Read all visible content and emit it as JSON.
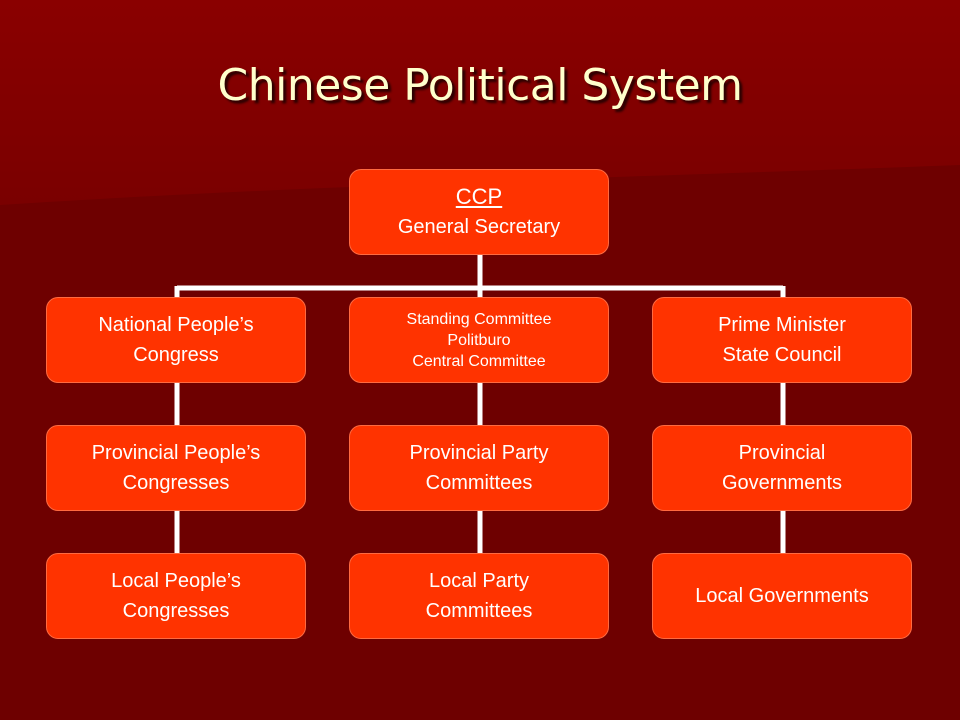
{
  "title": "Chinese Political System",
  "root": {
    "line1": "CCP",
    "line2": "General Secretary"
  },
  "columns": [
    {
      "top": [
        "National People’s",
        "Congress"
      ],
      "mid": [
        "Provincial People’s",
        "Congresses"
      ],
      "bottom": [
        "Local People’s",
        "Congresses"
      ]
    },
    {
      "top": [
        "Standing Committee",
        "Politburo",
        "Central Committee"
      ],
      "mid": [
        "Provincial Party",
        "Committees"
      ],
      "bottom": [
        "Local Party",
        "Committees"
      ]
    },
    {
      "top": [
        "Prime Minister",
        "State Council"
      ],
      "mid": [
        "Provincial",
        "Governments"
      ],
      "bottom": [
        "Local Governments"
      ]
    }
  ],
  "colors": {
    "background": "#6e0000",
    "box": "#ff3300",
    "title": "#ffffcc",
    "connector": "#ffffff"
  }
}
